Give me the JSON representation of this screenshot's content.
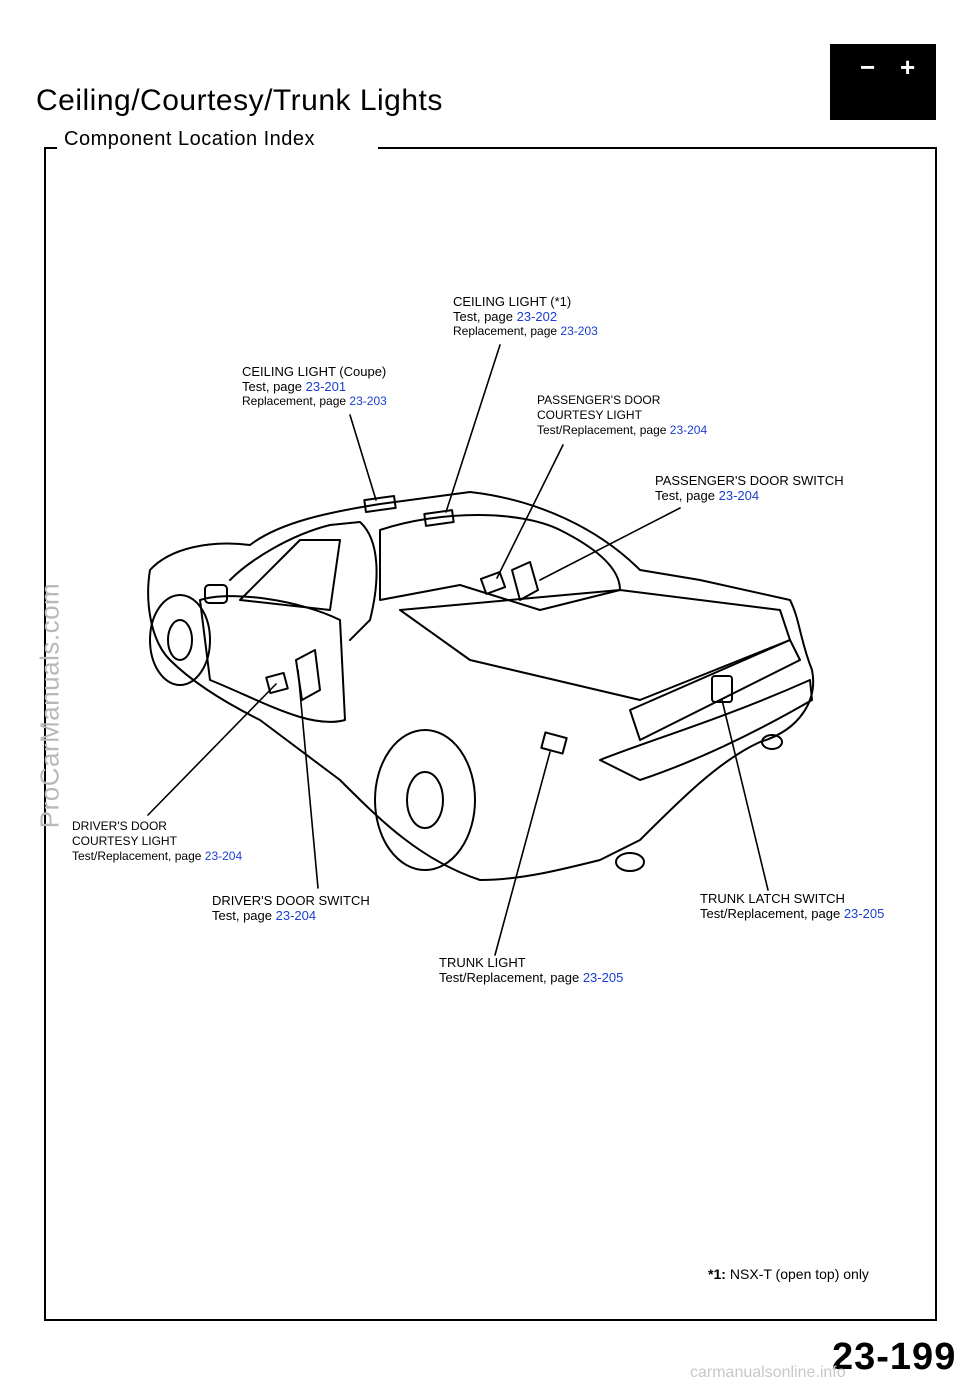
{
  "header": {
    "title": "Ceiling/Courtesy/Trunk Lights",
    "subtitle": "Component Location Index",
    "battery_icon": "battery-icon",
    "battery_minus": "−",
    "battery_plus": "+"
  },
  "callouts": {
    "ceiling_open": {
      "name": "CEILING LIGHT (*1)",
      "test_label": "Test, page",
      "test_page": "23-202",
      "repl_label": "Replacement, page",
      "repl_page": "23-203"
    },
    "ceiling_coupe": {
      "name": "CEILING LIGHT (Coupe)",
      "test_label": "Test, page",
      "test_page": "23-201",
      "repl_label": "Replacement, page",
      "repl_page": "23-203"
    },
    "pass_courtesy": {
      "name1": "PASSENGER'S DOOR",
      "name2": "COURTESY LIGHT",
      "label": "Test/Replacement, page",
      "page": "23-204"
    },
    "pass_switch": {
      "name": "PASSENGER'S DOOR SWITCH",
      "label": "Test, page",
      "page": "23-204"
    },
    "driver_courtesy": {
      "name1": "DRIVER'S DOOR",
      "name2": "COURTESY LIGHT",
      "label": "Test/Replacement, page",
      "page": "23-204"
    },
    "driver_switch": {
      "name": "DRIVER'S DOOR SWITCH",
      "label": "Test, page",
      "page": "23-204"
    },
    "trunk_latch": {
      "name": "TRUNK LATCH SWITCH",
      "label": "Test/Replacement, page",
      "page": "23-205"
    },
    "trunk_light": {
      "name": "TRUNK LIGHT",
      "label": "Test/Replacement, page",
      "page": "23-205"
    }
  },
  "footnote": {
    "mark": "*1:",
    "text": "NSX-T (open top) only"
  },
  "page_number": "23-199",
  "watermark": "ProCarManuals.com",
  "site_footer": "carmanualsonline.info",
  "colors": {
    "link": "#1a3fd0",
    "ink": "#000000"
  }
}
